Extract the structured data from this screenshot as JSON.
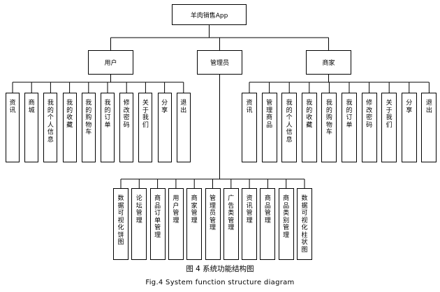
{
  "root": "羊肉销售App",
  "groups": [
    {
      "id": "user",
      "label": "用户",
      "children": [
        "资讯",
        "商城",
        "我的个人信息",
        "我的收藏",
        "我的购物车",
        "我的订单",
        "修改密码",
        "关于我们",
        "分享",
        "退出"
      ]
    },
    {
      "id": "admin",
      "label": "管理员",
      "children": [
        "数据可视化饼图",
        "论坛管理",
        "商品订单管理",
        "用户管理",
        "商家管理",
        "管理员管理",
        "广告类管理",
        "资讯管理",
        "商品管理",
        "商品类别管理",
        "数据可视化柱状图"
      ]
    },
    {
      "id": "merchant",
      "label": "商家",
      "children": [
        "资讯",
        "管理商品",
        "我的个人信息",
        "我的收藏",
        "我的购物车",
        "我的订单",
        "修改密码",
        "关于我们",
        "分享",
        "退出"
      ]
    }
  ],
  "caption_cn": "图 4 系统功能结构图",
  "caption_en": "Fig.4  System  function  structure  diagram"
}
